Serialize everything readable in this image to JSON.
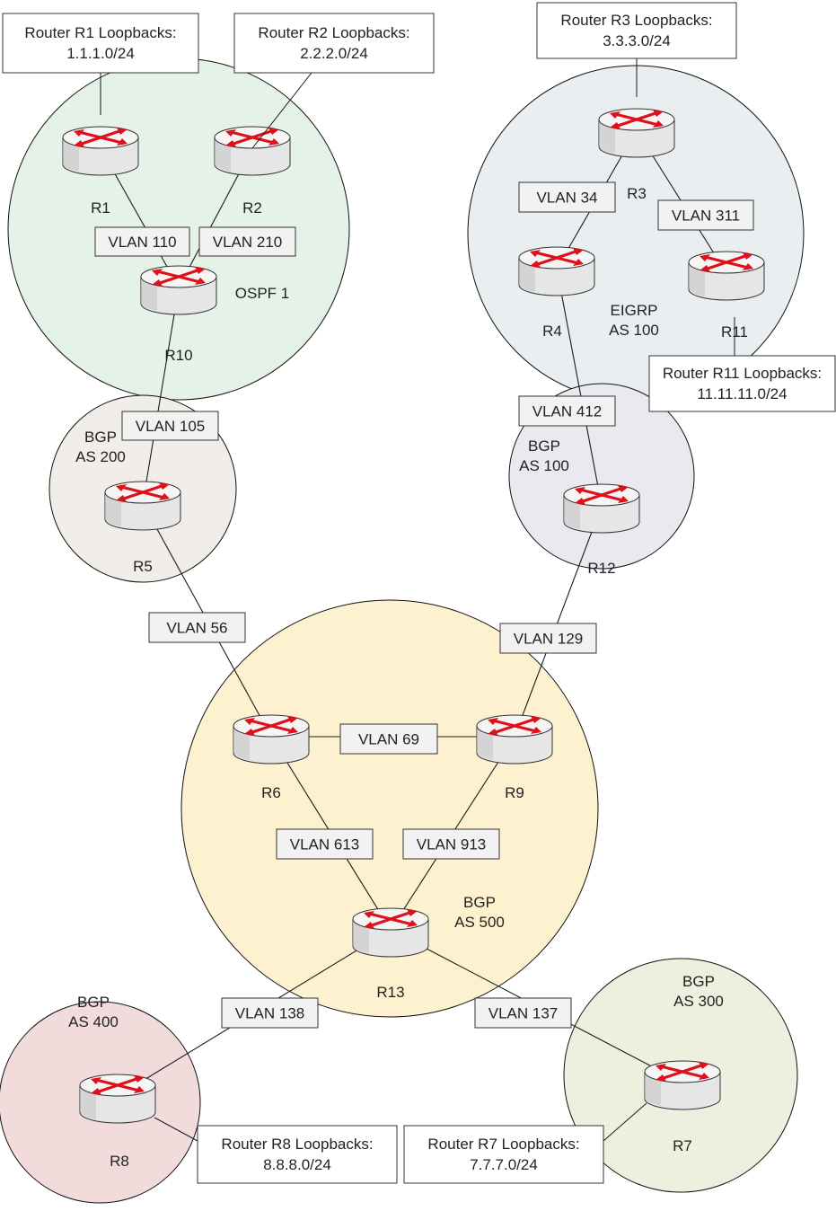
{
  "diagram": {
    "domains": [
      {
        "id": "ospf",
        "label_lines": [
          "OSPF 1"
        ],
        "fill": "#e4f2e8"
      },
      {
        "id": "eigrp",
        "label_lines": [
          "EIGRP",
          "AS 100"
        ],
        "fill": "#e9eef1"
      },
      {
        "id": "bgp200",
        "label_lines": [
          "BGP",
          "AS 200"
        ],
        "fill": "#f1eee9"
      },
      {
        "id": "bgp100",
        "label_lines": [
          "BGP",
          "AS 100"
        ],
        "fill": "#ebe8f0"
      },
      {
        "id": "bgp500",
        "label_lines": [
          "BGP",
          "AS 500"
        ],
        "fill": "#fdf1cf"
      },
      {
        "id": "bgp400",
        "label_lines": [
          "BGP",
          "AS 400"
        ],
        "fill": "#f2dcdb"
      },
      {
        "id": "bgp300",
        "label_lines": [
          "BGP",
          "AS 300"
        ],
        "fill": "#ebf1de"
      }
    ],
    "routers": [
      {
        "id": "R1",
        "label": "R1"
      },
      {
        "id": "R2",
        "label": "R2"
      },
      {
        "id": "R10",
        "label": "R10"
      },
      {
        "id": "R3",
        "label": "R3"
      },
      {
        "id": "R4",
        "label": "R4"
      },
      {
        "id": "R11",
        "label": "R11"
      },
      {
        "id": "R5",
        "label": "R5"
      },
      {
        "id": "R12",
        "label": "R12"
      },
      {
        "id": "R6",
        "label": "R6"
      },
      {
        "id": "R9",
        "label": "R9"
      },
      {
        "id": "R13",
        "label": "R13"
      },
      {
        "id": "R8",
        "label": "R8"
      },
      {
        "id": "R7",
        "label": "R7"
      }
    ],
    "links": [
      {
        "id": "vlan110",
        "label": "VLAN 110",
        "from": "R1",
        "to": "R10"
      },
      {
        "id": "vlan210",
        "label": "VLAN 210",
        "from": "R2",
        "to": "R10"
      },
      {
        "id": "vlan105",
        "label": "VLAN 105",
        "from": "R10",
        "to": "R5"
      },
      {
        "id": "vlan34",
        "label": "VLAN 34",
        "from": "R3",
        "to": "R4"
      },
      {
        "id": "vlan311",
        "label": "VLAN 311",
        "from": "R3",
        "to": "R11"
      },
      {
        "id": "vlan412",
        "label": "VLAN 412",
        "from": "R4",
        "to": "R12"
      },
      {
        "id": "vlan56",
        "label": "VLAN 56",
        "from": "R5",
        "to": "R6"
      },
      {
        "id": "vlan129",
        "label": "VLAN 129",
        "from": "R12",
        "to": "R9"
      },
      {
        "id": "vlan69",
        "label": "VLAN 69",
        "from": "R6",
        "to": "R9"
      },
      {
        "id": "vlan613",
        "label": "VLAN 613",
        "from": "R6",
        "to": "R13"
      },
      {
        "id": "vlan913",
        "label": "VLAN 913",
        "from": "R9",
        "to": "R13"
      },
      {
        "id": "vlan138",
        "label": "VLAN 138",
        "from": "R13",
        "to": "R8"
      },
      {
        "id": "vlan137",
        "label": "VLAN 137",
        "from": "R13",
        "to": "R7"
      }
    ],
    "loopbacks": [
      {
        "id": "lo1",
        "router": "R1",
        "title": "Router R1 Loopbacks:",
        "prefix": "1.1.1.0/24"
      },
      {
        "id": "lo2",
        "router": "R2",
        "title": "Router R2 Loopbacks:",
        "prefix": "2.2.2.0/24"
      },
      {
        "id": "lo3",
        "router": "R3",
        "title": "Router R3 Loopbacks:",
        "prefix": "3.3.3.0/24"
      },
      {
        "id": "lo11",
        "router": "R11",
        "title": "Router R11 Loopbacks:",
        "prefix": "11.11.11.0/24"
      },
      {
        "id": "lo8",
        "router": "R8",
        "title": "Router R8 Loopbacks:",
        "prefix": "8.8.8.0/24"
      },
      {
        "id": "lo7",
        "router": "R7",
        "title": "Router R7 Loopbacks:",
        "prefix": "7.7.7.0/24"
      }
    ],
    "colors": {
      "router_body": "#e6e6e6",
      "router_arrows": "#e0101a",
      "line": "#1a1a1a",
      "label_box_fill": "#f2f2f2",
      "callout_fill": "#ffffff"
    }
  }
}
